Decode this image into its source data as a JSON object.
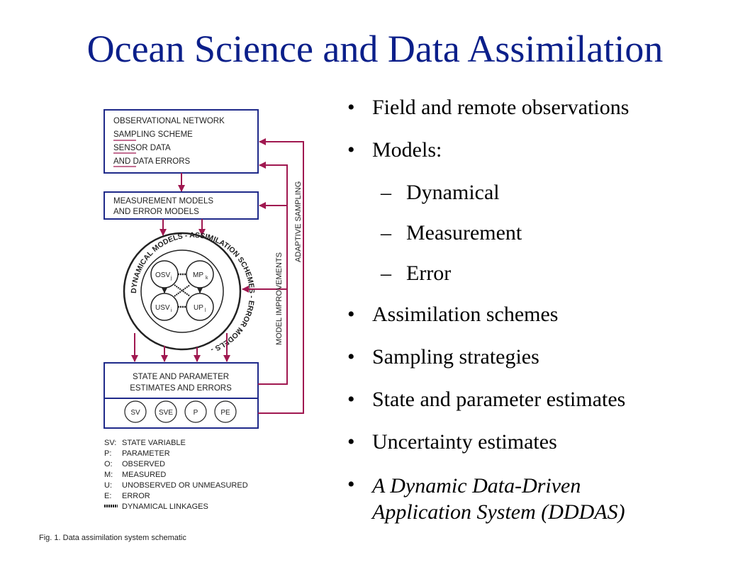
{
  "slide": {
    "title": "Ocean Science and Data Assimilation"
  },
  "bullets": [
    {
      "text": "Field and remote observations"
    },
    {
      "text": "Models:"
    },
    {
      "text": "Assimilation schemes"
    },
    {
      "text": "Sampling strategies"
    },
    {
      "text": "State and parameter estimates"
    },
    {
      "text": "Uncertainty estimates"
    },
    {
      "line1": "A Dynamic Data-Driven",
      "line2": "Application System (DDDAS)"
    }
  ],
  "sub_bullets": [
    "Dynamical",
    "Measurement",
    "Error"
  ],
  "bullet_glyph": "•",
  "dash_glyph": "–",
  "diagram": {
    "box1_lines": [
      "OBSERVATIONAL NETWORK",
      "SAMPLING SCHEME",
      "SENSOR DATA",
      "AND DATA ERRORS"
    ],
    "box2_lines": [
      "MEASUREMENT MODELS",
      "AND ERROR MODELS"
    ],
    "box3_lines": [
      "STATE AND PARAMETER",
      "ESTIMATES AND ERRORS"
    ],
    "circle_ring_top": "DYNAMICAL MODELS - ASSIMILATION SCHEMES - ERROR MODELS -",
    "nodes": [
      "OSV",
      "MP",
      "USV",
      "UP"
    ],
    "node_subscripts": [
      "j",
      "k",
      "i",
      "l"
    ],
    "outputs": [
      "SV",
      "SVE",
      "P",
      "PE"
    ],
    "side_labels": {
      "adaptive": "ADAPTIVE SAMPLING",
      "model": "MODEL IMPROVEMENTS"
    },
    "legend": [
      {
        "code": "SV:",
        "desc": "STATE VARIABLE"
      },
      {
        "code": "P:",
        "desc": "PARAMETER"
      },
      {
        "code": "O:",
        "desc": "OBSERVED"
      },
      {
        "code": "M:",
        "desc": "MEASURED"
      },
      {
        "code": "U:",
        "desc": "UNOBSERVED OR UNMEASURED"
      },
      {
        "code": "E:",
        "desc": "ERROR"
      },
      {
        "code": "",
        "desc": "DYNAMICAL LINKAGES"
      }
    ],
    "caption": "Fig. 1.  Data assimilation system schematic",
    "colors": {
      "box": "#1f2a8a",
      "arrow": "#a01850"
    }
  }
}
